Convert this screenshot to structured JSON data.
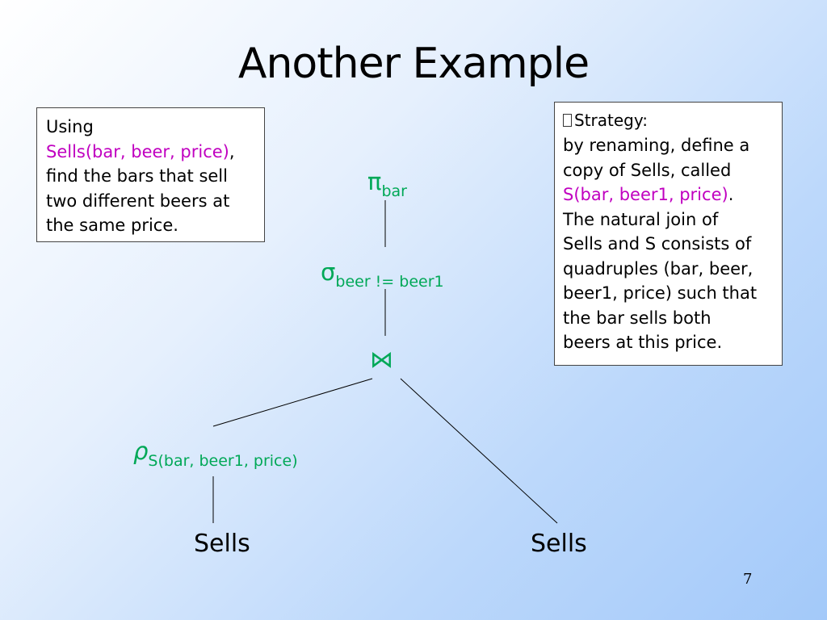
{
  "slide": {
    "title": "Another Example",
    "page_number": "7"
  },
  "left_box": {
    "line1": "Using",
    "relation": "Sells(bar, beer, price)",
    "comma": ",",
    "line3": "find the bars that sell",
    "line4": "two different beers at",
    "line5": "the same price."
  },
  "right_box": {
    "heading": "Strategy:",
    "l1": "by renaming, define a",
    "l2": "copy of Sells, called",
    "renamed": "S(bar, beer1, price)",
    "period": ".",
    "l4": "The natural join of",
    "l5": "Sells and S consists of",
    "l6": "quadruples (bar, beer,",
    "l7": "beer1, price) such that",
    "l8": "the bar sells both",
    "l9": "beers at this price."
  },
  "tree": {
    "projection": {
      "symbol": "π",
      "subscript": "bar"
    },
    "selection": {
      "symbol": "σ",
      "subscript": "beer != beer1"
    },
    "join": {
      "symbol": "⋈"
    },
    "rename": {
      "symbol": "ρ",
      "subscript": "S(bar, beer1, price)"
    },
    "leaf_left": "Sells",
    "leaf_right": "Sells"
  },
  "colors": {
    "operator": "#00a857",
    "relation_highlight": "#c000c0",
    "background_light": "#ffffff",
    "background_dark": "#a3c9f9"
  }
}
